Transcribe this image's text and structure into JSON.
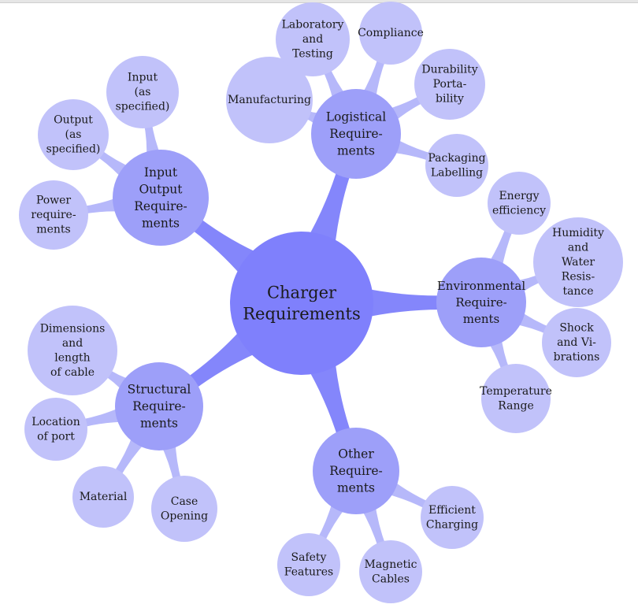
{
  "mindmap": {
    "colors": {
      "center": "#7f80fc",
      "level1": "#9d9ff9",
      "level2": "#c1c2fa",
      "connector_center": "#8486fb",
      "connector_leaf": "#b6b8fa"
    },
    "center": {
      "label": [
        "Charger",
        "Requirements"
      ]
    },
    "branches": [
      {
        "id": "logistical",
        "label": [
          "Logistical",
          "Require-",
          "ments"
        ],
        "children": [
          {
            "id": "manufacturing",
            "label": [
              "Manufacturing"
            ]
          },
          {
            "id": "laboratory",
            "label": [
              "Laboratory",
              "and",
              "Testing"
            ]
          },
          {
            "id": "compliance",
            "label": [
              "Compliance"
            ]
          },
          {
            "id": "durability",
            "label": [
              "Durability",
              "Porta-",
              "bility"
            ]
          },
          {
            "id": "packaging",
            "label": [
              "Packaging",
              "Labelling"
            ]
          }
        ]
      },
      {
        "id": "input-output",
        "label": [
          "Input",
          "Output",
          "Require-",
          "ments"
        ],
        "children": [
          {
            "id": "input",
            "label": [
              "Input",
              "(as",
              "specified)"
            ]
          },
          {
            "id": "output",
            "label": [
              "Output",
              "(as",
              "specified)"
            ]
          },
          {
            "id": "power",
            "label": [
              "Power",
              "require-",
              "ments"
            ]
          }
        ]
      },
      {
        "id": "environmental",
        "label": [
          "Environmental",
          "Require-",
          "ments"
        ],
        "children": [
          {
            "id": "energy",
            "label": [
              "Energy",
              "efficiency"
            ]
          },
          {
            "id": "humidity",
            "label": [
              "Humidity",
              "and",
              "Water",
              "Resis-",
              "tance"
            ]
          },
          {
            "id": "shock",
            "label": [
              "Shock",
              "and Vi-",
              "brations"
            ]
          },
          {
            "id": "temperature",
            "label": [
              "Temperature",
              "Range"
            ]
          }
        ]
      },
      {
        "id": "structural",
        "label": [
          "Structural",
          "Require-",
          "ments"
        ],
        "children": [
          {
            "id": "dimensions",
            "label": [
              "Dimensions",
              "and",
              "length",
              "of cable"
            ]
          },
          {
            "id": "location",
            "label": [
              "Location",
              "of port"
            ]
          },
          {
            "id": "material",
            "label": [
              "Material"
            ]
          },
          {
            "id": "case",
            "label": [
              "Case",
              "Opening"
            ]
          }
        ]
      },
      {
        "id": "other",
        "label": [
          "Other",
          "Require-",
          "ments"
        ],
        "children": [
          {
            "id": "efficient",
            "label": [
              "Efficient",
              "Charging"
            ]
          },
          {
            "id": "magnetic",
            "label": [
              "Magnetic",
              "Cables"
            ]
          },
          {
            "id": "safety",
            "label": [
              "Safety",
              "Features"
            ]
          }
        ]
      }
    ]
  }
}
